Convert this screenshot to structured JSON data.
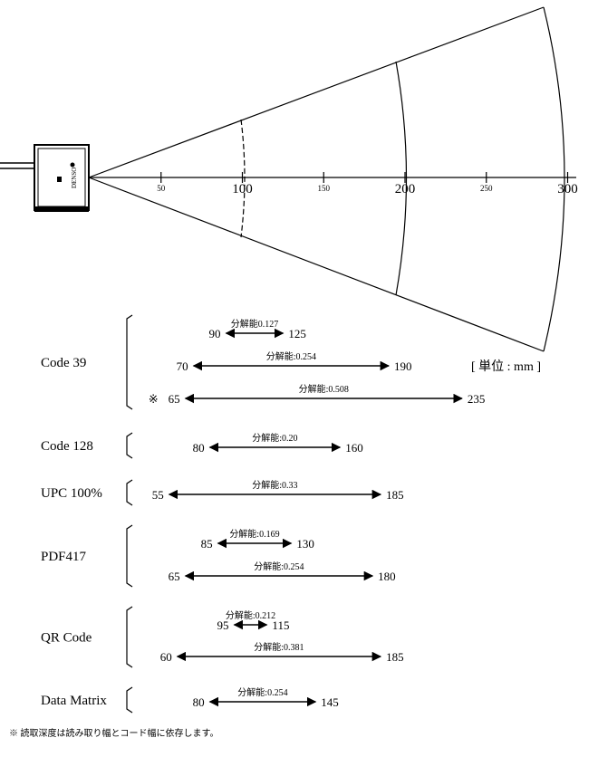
{
  "unit_label": "[ 単位 : mm ]",
  "footnote": "※ 読取深度は読み取り幅とコード幅に依存します。",
  "scanner": {
    "label": "DENSO"
  },
  "axis": {
    "ticks": [
      {
        "value": 50,
        "label": "50"
      },
      {
        "value": 100,
        "label": "100"
      },
      {
        "value": 150,
        "label": "150"
      },
      {
        "value": 200,
        "label": "200"
      },
      {
        "value": 250,
        "label": "250"
      },
      {
        "value": 300,
        "label": "300"
      }
    ]
  },
  "codes": [
    {
      "name": "Code 39",
      "ranges": [
        {
          "resolution": "分解能0.127",
          "min": 90,
          "max": 125,
          "min_label": "90",
          "max_label": "125"
        },
        {
          "resolution": "分解能:0.254",
          "min": 70,
          "max": 190,
          "min_label": "70",
          "max_label": "190"
        },
        {
          "resolution": "分解能:0.508",
          "min": 65,
          "max": 235,
          "min_label": "65",
          "max_label": "235",
          "note": "※"
        }
      ]
    },
    {
      "name": "Code 128",
      "ranges": [
        {
          "resolution": "分解能:0.20",
          "min": 80,
          "max": 160,
          "min_label": "80",
          "max_label": "160"
        }
      ]
    },
    {
      "name": "UPC 100%",
      "ranges": [
        {
          "resolution": "分解能:0.33",
          "min": 55,
          "max": 185,
          "min_label": "55",
          "max_label": "185"
        }
      ]
    },
    {
      "name": "PDF417",
      "ranges": [
        {
          "resolution": "分解能:0.169",
          "min": 85,
          "max": 130,
          "min_label": "85",
          "max_label": "130"
        },
        {
          "resolution": "分解能:0.254",
          "min": 65,
          "max": 180,
          "min_label": "65",
          "max_label": "180"
        }
      ]
    },
    {
      "name": "QR Code",
      "ranges": [
        {
          "resolution": "分解能:0.212",
          "min": 95,
          "max": 115,
          "min_label": "95",
          "max_label": "115"
        },
        {
          "resolution": "分解能:0.381",
          "min": 60,
          "max": 185,
          "min_label": "60",
          "max_label": "185"
        }
      ]
    },
    {
      "name": "Data Matrix",
      "ranges": [
        {
          "resolution": "分解能:0.254",
          "min": 80,
          "max": 145,
          "min_label": "80",
          "max_label": "145"
        }
      ]
    }
  ]
}
